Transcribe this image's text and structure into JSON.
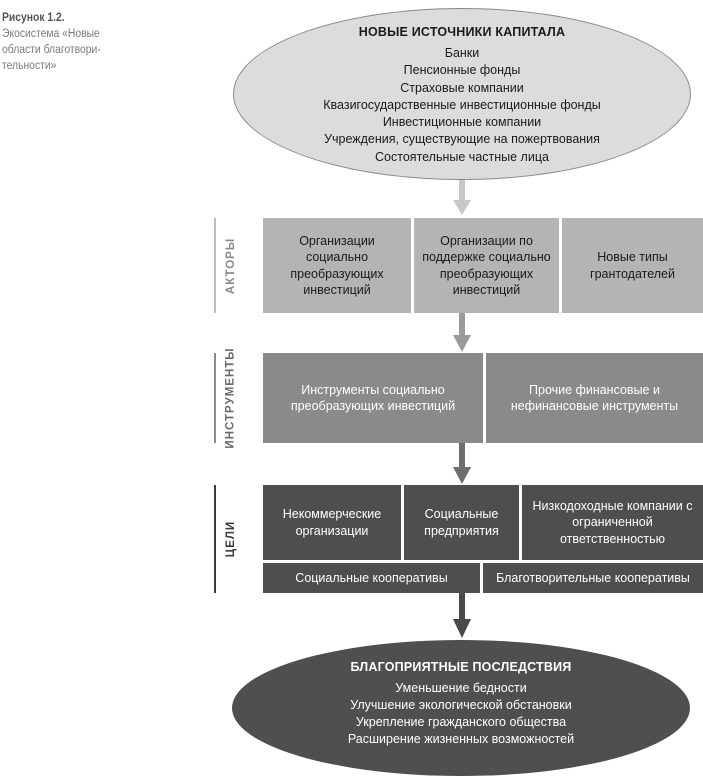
{
  "caption": {
    "number": "Рисунок 1.2.",
    "text_lines": [
      "Экосистема «Новые",
      "области благотвори-",
      "тельности»"
    ]
  },
  "top_ellipse": {
    "title": "НОВЫЕ ИСТОЧНИКИ КАПИТАЛА",
    "items": [
      "Банки",
      "Пенсионные фонды",
      "Страховые компании",
      "Квазигосударственные инвестиционные фонды",
      "Инвестиционные компании",
      "Учреждения, существующие на пожертвования",
      "Состоятельные частные лица"
    ]
  },
  "actors": {
    "label": "АКТОРЫ",
    "boxes": [
      "Организации социально преобразующих инвестиций",
      "Организации по поддержке социально преобразующих инвестиций",
      "Новые типы грантодателей"
    ]
  },
  "instruments": {
    "label": "ИНСТРУМЕНТЫ",
    "boxes": [
      "Инструменты социально преобразующих инвестиций",
      "Прочие финансовые и нефинансовые инструменты"
    ]
  },
  "goals": {
    "label": "ЦЕЛИ",
    "boxes": [
      "Некоммерческие организации",
      "Социальные предприятия",
      "Низкодоходные компании с ограниченной ответственностью",
      "Социальные кооперативы",
      "Благотворительные кооперативы"
    ]
  },
  "bottom_ellipse": {
    "title": "БЛАГОПРИЯТНЫЕ ПОСЛЕДСТВИЯ",
    "items": [
      "Уменьшение бедности",
      "Улучшение экологической обстановки",
      "Укрепление гражданского общества",
      "Расширение жизненных возможностей"
    ]
  },
  "colors": {
    "top_ellipse": "#dcdcdc",
    "actors": "#b4b4b4",
    "instruments": "#8a8a8a",
    "goals": "#4e4e4e",
    "bottom_ellipse": "#4f4f4f"
  }
}
